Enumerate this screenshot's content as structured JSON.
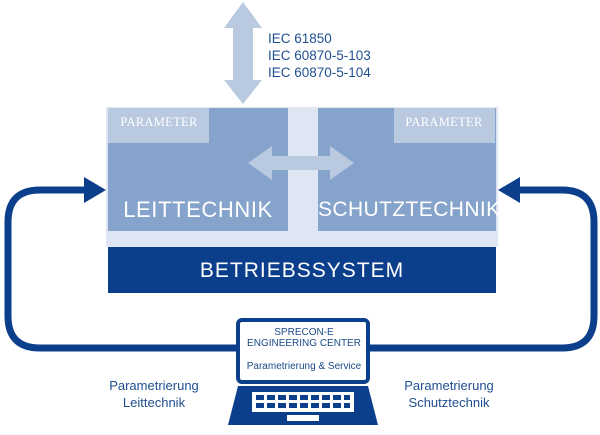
{
  "protocols": [
    "IEC 61850",
    "IEC 60870-5-103",
    "IEC 60870-5-104"
  ],
  "parameter_left": "PARAMETER",
  "parameter_right": "PARAMETER",
  "leittechnik": "LEITTECHNIK",
  "schutztechnik": "SCHUTZTECHNIK",
  "betriebssystem": "BETRIEBSSYSTEM",
  "laptop": {
    "title_line1": "SPRECON-E",
    "title_line2": "ENGINEERING CENTER",
    "subtitle": "Parametrierung & Service"
  },
  "caption_left": [
    "Parametrierung",
    "Leittechnik"
  ],
  "caption_right": [
    "Parametrierung",
    "Schutztechnik"
  ],
  "colors": {
    "dark_blue": "#0b3f8c",
    "mid_blue": "#86a3cb",
    "light_blue": "#b8c9e0",
    "pale_blue": "#dde6f2",
    "text_blue": "#1f4f91"
  }
}
